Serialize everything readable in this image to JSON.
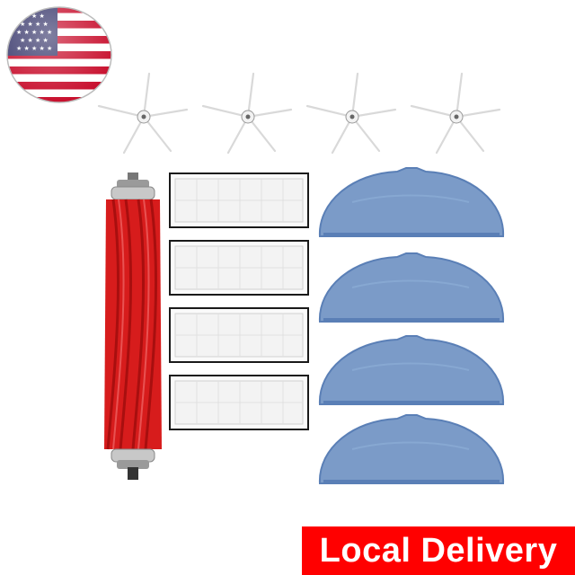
{
  "banner": {
    "text": "Local Delivery"
  },
  "flag": {
    "icon": "us-flag-icon"
  },
  "product": {
    "side_brush_count": 4,
    "main_brush_count": 1,
    "filter_count": 4,
    "mop_pad_count": 4
  },
  "colors": {
    "banner": "#ff0000",
    "main_brush": "#d71c1c",
    "mop_pad": "#7b9bc8",
    "mop_edge": "#5a7fb6",
    "filter_frame": "#1a1a1a"
  }
}
